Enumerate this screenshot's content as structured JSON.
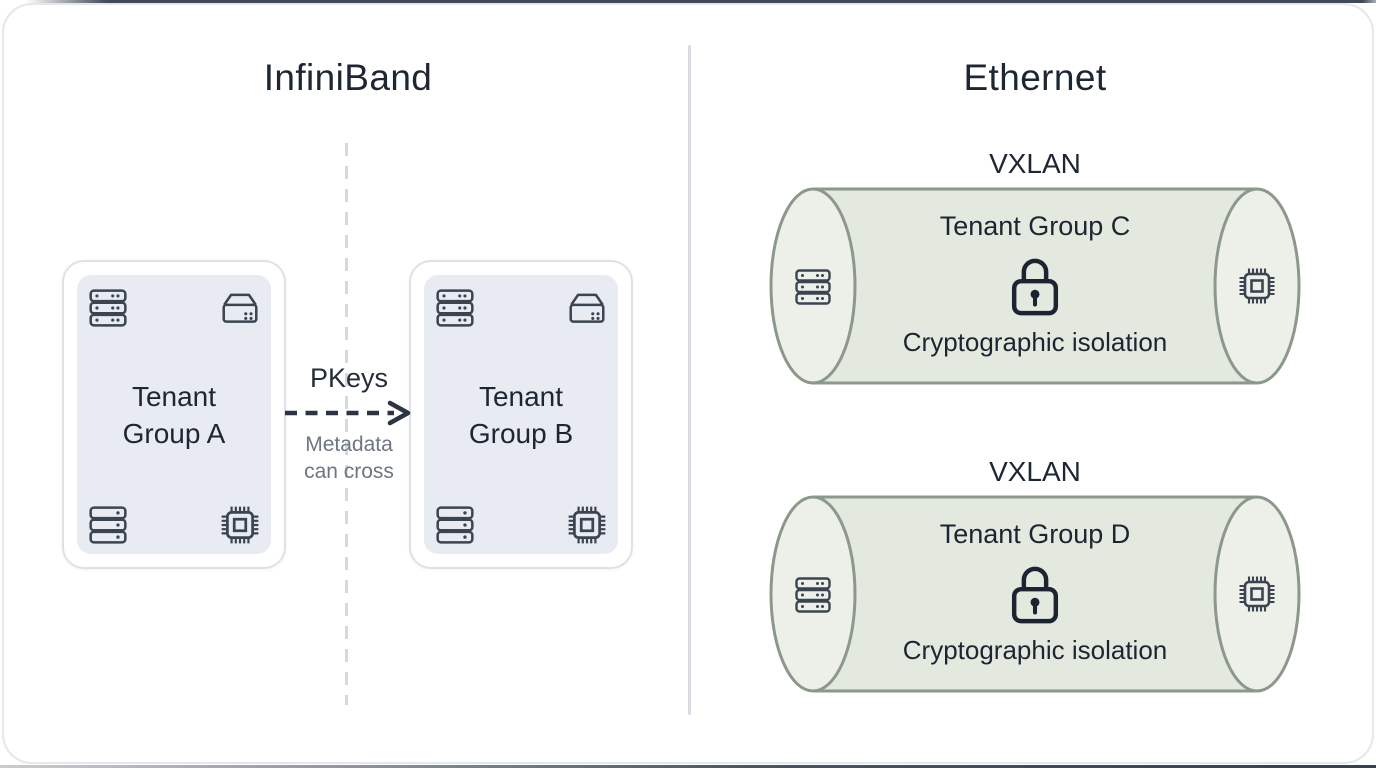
{
  "diagram": {
    "left": {
      "title": "InfiniBand",
      "tenant_boxes": [
        {
          "line1": "Tenant",
          "line2": "Group A"
        },
        {
          "line1": "Tenant",
          "line2": "Group B"
        }
      ],
      "connector": {
        "label": "PKeys",
        "note1": "Metadata",
        "note2": "can cross"
      }
    },
    "right": {
      "title": "Ethernet",
      "tunnels": [
        {
          "protocol": "VXLAN",
          "tenant": "Tenant Group C",
          "caption": "Cryptographic isolation"
        },
        {
          "protocol": "VXLAN",
          "tenant": "Tenant Group D",
          "caption": "Cryptographic isolation"
        }
      ]
    },
    "colors": {
      "text_dark": "#1d2633",
      "text_gray": "#6e7681",
      "tenant_fill": "#e9ebf2",
      "tenant_border": "#dde1e8",
      "cylinder_fill": "#e4e9e0",
      "cylinder_cap_fill": "#edf0e9",
      "cylinder_stroke": "#8b988b",
      "icon_stroke": "#3b4551",
      "arrow": "#2b3542"
    }
  }
}
